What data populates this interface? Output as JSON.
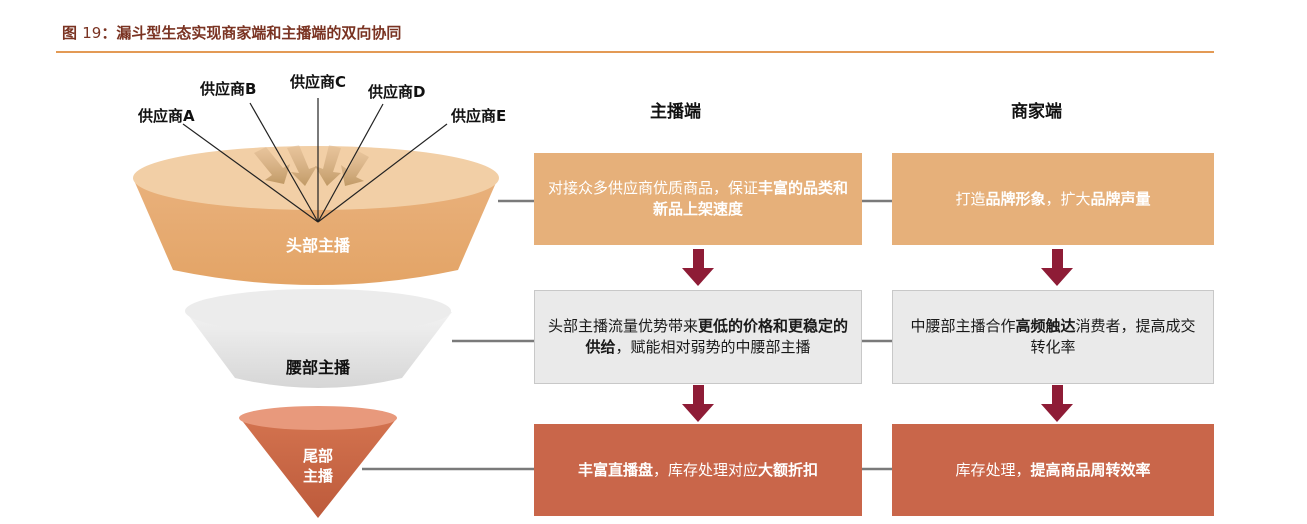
{
  "caption": {
    "prefix": "图",
    "number": "19",
    "text": "：漏斗型生态实现商家端和主播端的双向协同"
  },
  "suppliers": [
    "供应商A",
    "供应商B",
    "供应商C",
    "供应商D",
    "供应商E"
  ],
  "columns": {
    "anchor": "主播端",
    "merchant": "商家端"
  },
  "tiers": {
    "top": "头部主播",
    "middle": "腰部主播",
    "bottom_line1": "尾部",
    "bottom_line2": "主播"
  },
  "boxes": {
    "anchor_top": {
      "t1": "对接众多供应商优质商品，保证",
      "b1": "丰富的品类和新品上架速度"
    },
    "merchant_top": {
      "t1": "打造",
      "b1": "品牌形象",
      "t2": "，扩大",
      "b2": "品牌声量"
    },
    "anchor_mid": {
      "t1": "头部主播流量优势带来",
      "b1": "更低的价格和更稳定的供给",
      "t2": "，赋能相对弱势的中腰部主播"
    },
    "merchant_mid": {
      "t1": "中腰部主播合作",
      "b1": "高频触达",
      "t2": "消费者，提高成交转化率"
    },
    "anchor_bot": {
      "b1": "丰富直播盘",
      "t1": "，库存处理对应",
      "b2": "大额折扣"
    },
    "merchant_bot": {
      "t1": "库存处理，",
      "b1": "提高商品周转效率"
    }
  },
  "colors": {
    "orange": "#e6b07a",
    "grey": "#eaeaea",
    "red": "#c9664a",
    "arrow": "#8e1c36",
    "caption": "#7a3322",
    "rule": "#e39a55"
  }
}
